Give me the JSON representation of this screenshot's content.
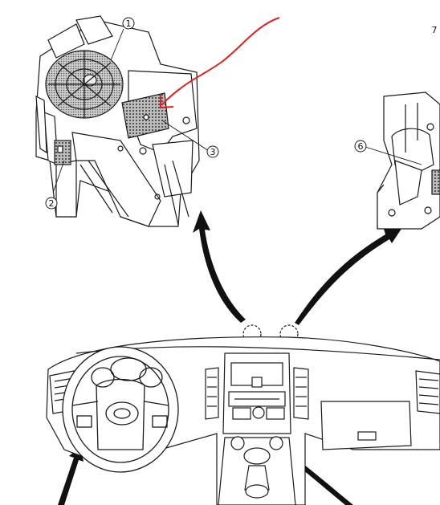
{
  "callouts": [
    {
      "num": "1"
    },
    {
      "num": "2"
    },
    {
      "num": "3"
    },
    {
      "num": "6"
    },
    {
      "num": "7"
    }
  ],
  "colors": {
    "line": "#1a1a1a",
    "annotation": "#e02020",
    "hatch": "#9a9a9a",
    "background": "#ffffff"
  },
  "icons": [
    "blower-motor-assembly",
    "hvac-unit-left",
    "hvac-unit-right",
    "instrument-panel",
    "steering-wheel",
    "shifter",
    "pointer-arrow"
  ]
}
